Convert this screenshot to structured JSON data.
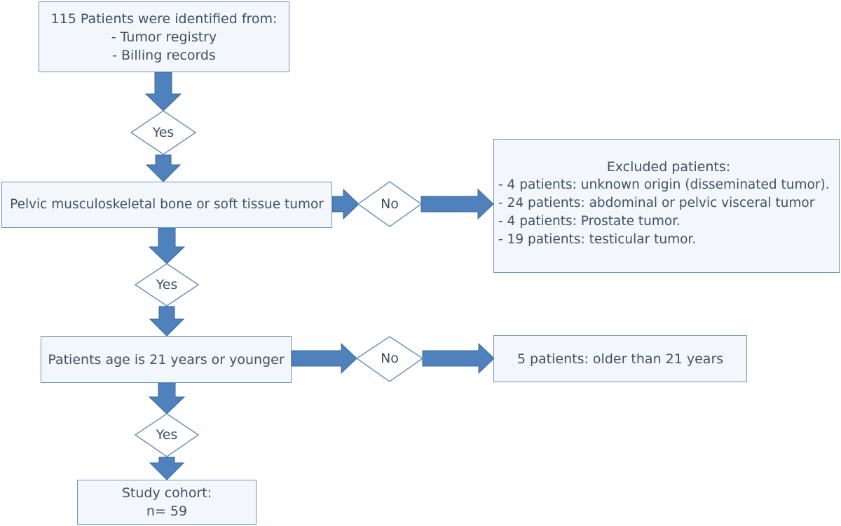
{
  "start_box": {
    "lines": [
      "115 Patients were identified from:",
      "- Tumor registry",
      "- Billing records"
    ]
  },
  "decision_yes_1": {
    "label": "Yes"
  },
  "criterion_1_box": {
    "label": "Pelvic musculoskeletal bone or soft tissue tumor"
  },
  "decision_no_1": {
    "label": "No"
  },
  "excluded_box": {
    "title": "Excluded patients:",
    "items": [
      "- 4 patients: unknown origin (disseminated tumor).",
      "- 24 patients: abdominal or pelvic visceral tumor",
      "- 4 patients: Prostate tumor.",
      "- 19 patients: testicular tumor."
    ]
  },
  "decision_yes_2": {
    "label": "Yes"
  },
  "criterion_2_box": {
    "label": "Patients age is 21 years or younger"
  },
  "decision_no_2": {
    "label": "No"
  },
  "excluded_age_box": {
    "label": "5 patients: older than 21 years"
  },
  "decision_yes_3": {
    "label": "Yes"
  },
  "cohort_box": {
    "lines": [
      "Study cohort:",
      "n= 59"
    ]
  },
  "colors": {
    "box_fill": "#f3f7fc",
    "box_border": "#6d93bd",
    "arrow": "#4f81bd",
    "arrow_edge": "#3a6696",
    "text": "#3f5166"
  }
}
